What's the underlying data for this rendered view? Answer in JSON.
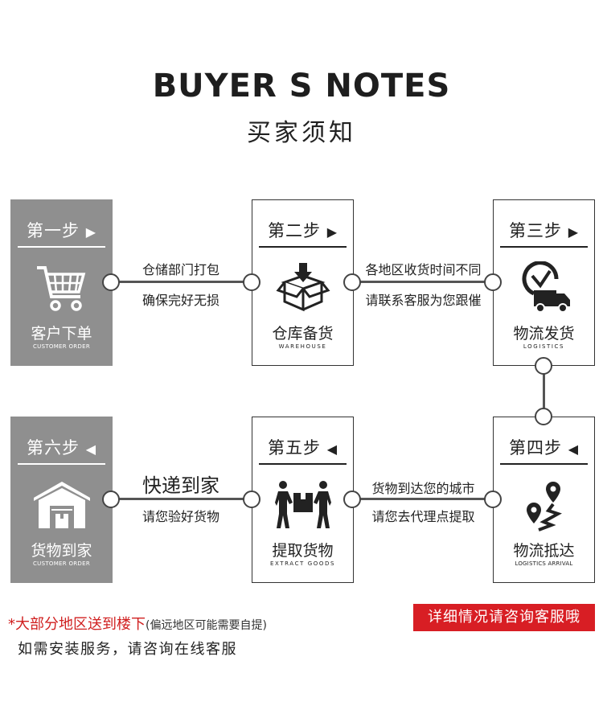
{
  "header": {
    "title_en": "BUYER S NOTES",
    "title_cn": "买家须知"
  },
  "steps": [
    {
      "step": "第一步",
      "arrow": "▶",
      "label": "客户下单",
      "sub": "CUSTOMER ORDER",
      "icon": "shopping-cart-icon"
    },
    {
      "step": "第二步",
      "arrow": "▶",
      "label": "仓库备货",
      "sub": "WAREHOUSE",
      "icon": "package-box-icon"
    },
    {
      "step": "第三步",
      "arrow": "▶",
      "label": "物流发货",
      "sub": "LOGISTICS",
      "icon": "delivery-truck-icon"
    },
    {
      "step": "第四步",
      "arrow": "◀",
      "label": "物流抵达",
      "sub": "LOGISTICS ARRIVAL",
      "icon": "map-route-icon"
    },
    {
      "step": "第五步",
      "arrow": "◀",
      "label": "提取货物",
      "sub": "EXTRACT GOODS",
      "icon": "movers-icon"
    },
    {
      "step": "第六步",
      "arrow": "◀",
      "label": "货物到家",
      "sub": "CUSTOMER ORDER",
      "icon": "warehouse-icon"
    }
  ],
  "connectors": {
    "c12_line1": "仓储部门打包",
    "c12_line2": "确保完好无损",
    "c23_line1": "各地区收货时间不同",
    "c23_line2": "请联系客服为您跟催",
    "c45_line1": "货物到达您的城市",
    "c45_line2": "请您去代理点提取",
    "c56_line1": "快递到家",
    "c56_line2": "请您验好货物"
  },
  "notes": {
    "line1_main": "*大部分地区送到楼下",
    "line1_small": "(偏远地区可能需要自提)",
    "line2": "如需安装服务，请咨询在线客服",
    "cta": "详细情况请咨询客服哦"
  },
  "colors": {
    "gray_box": "#8f8f8f",
    "accent_red": "#d81e24"
  }
}
